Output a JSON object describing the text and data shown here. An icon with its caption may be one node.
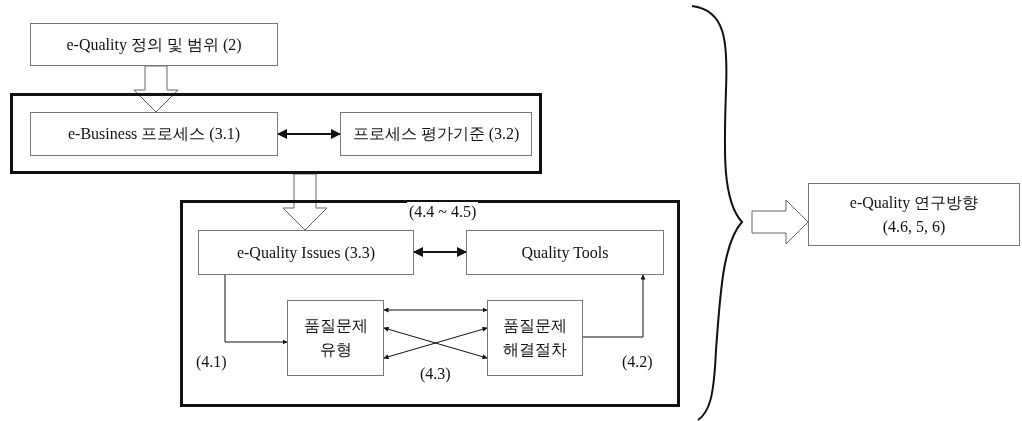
{
  "diagram": {
    "nodes": [
      {
        "text": [
          "e-Quality 정의 및 범위 (2)"
        ]
      },
      {
        "text": [],
        "shape": "box"
      },
      {
        "text": [
          "e-Business 프로세스 (3.1)"
        ],
        "in": 1
      },
      {
        "text": [
          "프로세스 평가기준 (3.2)"
        ],
        "in": 1
      },
      {
        "text": [],
        "shape": "box"
      },
      {
        "text": [
          "e-Quality Issues (3.3)"
        ],
        "in": 4
      },
      {
        "text": [
          "Quality Tools"
        ],
        "in": 4
      },
      {
        "text": [
          "품질문제 유형"
        ],
        "in": 4
      },
      {
        "text": [
          "품질문제 해결절차"
        ],
        "in": 4
      },
      {
        "text": [
          "e-Quality 연구방향 (4.6, 5, 6)"
        ]
      }
    ],
    "edges": [
      {
        "from": 0,
        "to": 2,
        "arrow": "to",
        "style": "thick"
      },
      {
        "from": 2,
        "to": 3,
        "arrow": "both"
      },
      {
        "from": 1,
        "to": 5,
        "arrow": "to",
        "style": "thick"
      },
      {
        "from": 5,
        "to": 6,
        "arrow": "both",
        "label": "(4.4 ~ 4.5)"
      },
      {
        "from": 5,
        "to": 7,
        "arrow": "to",
        "label": "(4.1)"
      },
      {
        "from": 7,
        "to": 8,
        "arrow": "both"
      },
      {
        "from": 7,
        "to": 8,
        "arrow": "both"
      },
      {
        "from": 7,
        "to": 8,
        "arrow": "both"
      },
      {
        "from": 8,
        "to": 6,
        "arrow": "to",
        "label": "(4.2)"
      },
      {
        "from": null,
        "to": 9,
        "arrow": "to",
        "style": "thick"
      }
    ],
    "labels": [
      "(4.3)"
    ]
  }
}
